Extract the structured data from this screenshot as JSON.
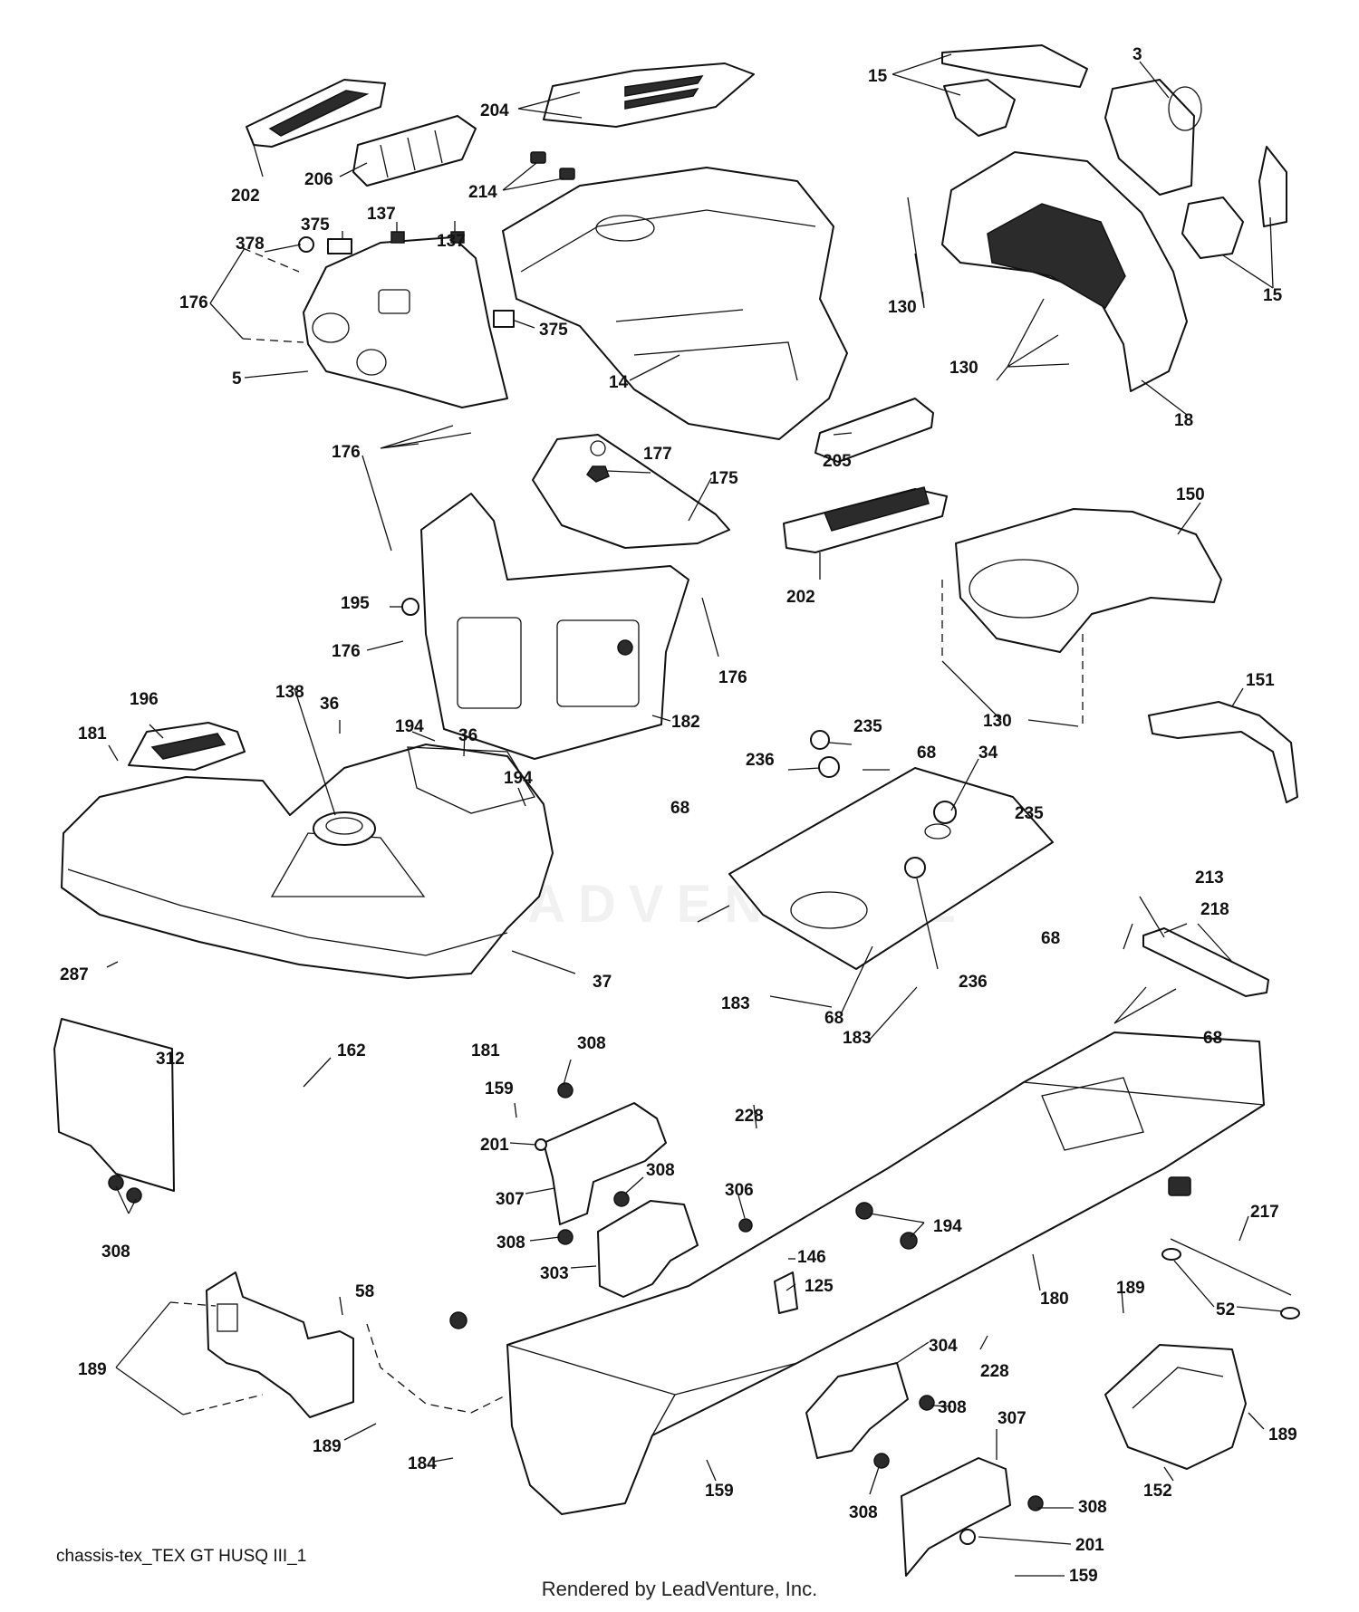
{
  "diagram": {
    "id_text": "chassis-tex_TEX GT HUSQ III_1",
    "footer": "Rendered by LeadVenture, Inc.",
    "watermark": "LEADVENTURE"
  },
  "callouts": [
    {
      "id": "c1",
      "text": "202"
    },
    {
      "id": "c2",
      "text": "206"
    },
    {
      "id": "c3",
      "text": "204"
    },
    {
      "id": "c4",
      "text": "214"
    },
    {
      "id": "c5",
      "text": "15"
    },
    {
      "id": "c6",
      "text": "3"
    },
    {
      "id": "c7",
      "text": "15"
    },
    {
      "id": "c8",
      "text": "378"
    },
    {
      "id": "c9",
      "text": "375"
    },
    {
      "id": "c10",
      "text": "137"
    },
    {
      "id": "c11",
      "text": "137"
    },
    {
      "id": "c12",
      "text": "176"
    },
    {
      "id": "c13",
      "text": "5"
    },
    {
      "id": "c14",
      "text": "375"
    },
    {
      "id": "c15",
      "text": "14"
    },
    {
      "id": "c16",
      "text": "130"
    },
    {
      "id": "c17",
      "text": "130"
    },
    {
      "id": "c18",
      "text": "18"
    },
    {
      "id": "c19",
      "text": "176"
    },
    {
      "id": "c20",
      "text": "177"
    },
    {
      "id": "c21",
      "text": "175"
    },
    {
      "id": "c22",
      "text": "205"
    },
    {
      "id": "c23",
      "text": "202"
    },
    {
      "id": "c24",
      "text": "150"
    },
    {
      "id": "c25",
      "text": "195"
    },
    {
      "id": "c26",
      "text": "176"
    },
    {
      "id": "c27",
      "text": "176"
    },
    {
      "id": "c28",
      "text": "182"
    },
    {
      "id": "c29",
      "text": "130"
    },
    {
      "id": "c30",
      "text": "151"
    },
    {
      "id": "c31",
      "text": "196"
    },
    {
      "id": "c32",
      "text": "181"
    },
    {
      "id": "c33",
      "text": "138"
    },
    {
      "id": "c34",
      "text": "36"
    },
    {
      "id": "c35",
      "text": "194"
    },
    {
      "id": "c36",
      "text": "36"
    },
    {
      "id": "c37",
      "text": "194"
    },
    {
      "id": "c38",
      "text": "235"
    },
    {
      "id": "c39",
      "text": "236"
    },
    {
      "id": "c40",
      "text": "68"
    },
    {
      "id": "c41",
      "text": "34"
    },
    {
      "id": "c42",
      "text": "68"
    },
    {
      "id": "c43",
      "text": "235"
    },
    {
      "id": "c44",
      "text": "213"
    },
    {
      "id": "c45",
      "text": "218"
    },
    {
      "id": "c46",
      "text": "287"
    },
    {
      "id": "c47",
      "text": "37"
    },
    {
      "id": "c48",
      "text": "68"
    },
    {
      "id": "c49",
      "text": "236"
    },
    {
      "id": "c50",
      "text": "183"
    },
    {
      "id": "c51",
      "text": "68"
    },
    {
      "id": "c52",
      "text": "183"
    },
    {
      "id": "c53",
      "text": "68"
    },
    {
      "id": "c54",
      "text": "162"
    },
    {
      "id": "c55",
      "text": "181"
    },
    {
      "id": "c56",
      "text": "312"
    },
    {
      "id": "c57",
      "text": "308"
    },
    {
      "id": "c58",
      "text": "159"
    },
    {
      "id": "c59",
      "text": "228"
    },
    {
      "id": "c60",
      "text": "201"
    },
    {
      "id": "c61",
      "text": "308"
    },
    {
      "id": "c62",
      "text": "307"
    },
    {
      "id": "c63",
      "text": "306"
    },
    {
      "id": "c64",
      "text": "194"
    },
    {
      "id": "c65",
      "text": "308"
    },
    {
      "id": "c66",
      "text": "146"
    },
    {
      "id": "c67",
      "text": "308"
    },
    {
      "id": "c68",
      "text": "217"
    },
    {
      "id": "c69",
      "text": "303"
    },
    {
      "id": "c70",
      "text": "125"
    },
    {
      "id": "c71",
      "text": "180"
    },
    {
      "id": "c72",
      "text": "52"
    },
    {
      "id": "c73",
      "text": "58"
    },
    {
      "id": "c74",
      "text": "189"
    },
    {
      "id": "c75",
      "text": "189"
    },
    {
      "id": "c76",
      "text": "304"
    },
    {
      "id": "c77",
      "text": "228"
    },
    {
      "id": "c78",
      "text": "189"
    },
    {
      "id": "c79",
      "text": "308"
    },
    {
      "id": "c80",
      "text": "189"
    },
    {
      "id": "c81",
      "text": "307"
    },
    {
      "id": "c82",
      "text": "184"
    },
    {
      "id": "c83",
      "text": "159"
    },
    {
      "id": "c84",
      "text": "308"
    },
    {
      "id": "c85",
      "text": "152"
    },
    {
      "id": "c86",
      "text": "308"
    },
    {
      "id": "c87",
      "text": "201"
    },
    {
      "id": "c88",
      "text": "159"
    }
  ]
}
